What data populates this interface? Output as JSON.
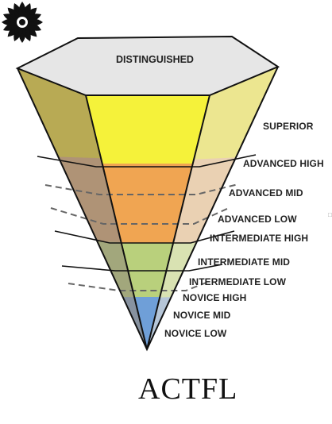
{
  "pyramid": {
    "top_label": "DISTINGUISHED",
    "levels": [
      {
        "name": "superior",
        "label": "SUPERIOR"
      },
      {
        "name": "advanced-high",
        "label": "ADVANCED HIGH"
      },
      {
        "name": "advanced-mid",
        "label": "ADVANCED MID"
      },
      {
        "name": "advanced-low",
        "label": "ADVANCED LOW"
      },
      {
        "name": "intermediate-high",
        "label": "INTERMEDIATE HIGH"
      },
      {
        "name": "intermediate-mid",
        "label": "INTERMEDIATE MID"
      },
      {
        "name": "intermediate-low",
        "label": "INTERMEDIATE LOW"
      },
      {
        "name": "novice-high",
        "label": "NOVICE HIGH"
      },
      {
        "name": "novice-mid",
        "label": "NOVICE MID"
      },
      {
        "name": "novice-low",
        "label": "NOVICE LOW"
      }
    ]
  },
  "colors": {
    "superior": "#f5f23a",
    "advanced": "#f0a552",
    "intermediate": "#b9d07c",
    "novice": "#6f9fd8",
    "top_face": "#e6e6e6",
    "outline": "#111111"
  },
  "stray_mark": "□",
  "brand": {
    "name": "ACTFL",
    "logo_icon": "lotus-mandala-icon"
  }
}
